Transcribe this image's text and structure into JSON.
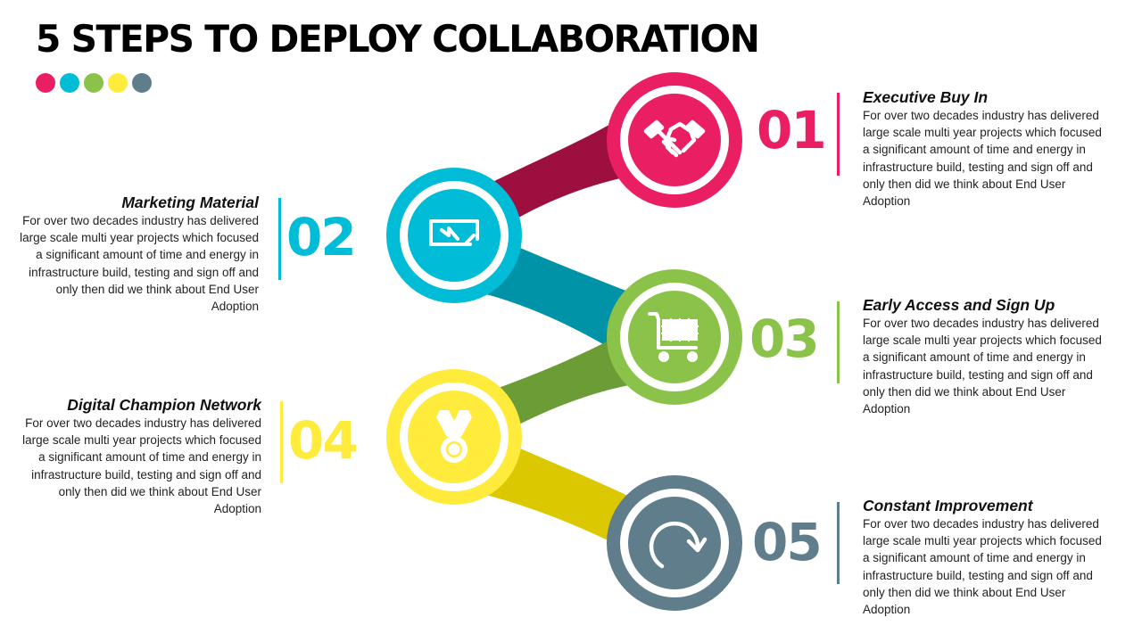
{
  "title": "5 STEPS TO DEPLOY COLLABORATION",
  "palette_dots": [
    "#ea1f63",
    "#00bcd6",
    "#8bc34a",
    "#ffeb3b",
    "#607d8b"
  ],
  "steps": [
    {
      "number": "01",
      "title": "Executive Buy In",
      "description": "For over two decades industry has delivered large scale multi year projects which focused a significant amount of time and energy in infrastructure build, testing and sign off and only then did we think about End User Adoption",
      "icon": "handshake-icon",
      "color": "#ea1f63",
      "side": "right"
    },
    {
      "number": "02",
      "title": "Marketing Material",
      "description": "For over two decades industry has delivered large scale multi year projects which focused a significant amount of time and energy in infrastructure build, testing and sign off and only then did we think about End User Adoption",
      "icon": "whiteboard-icon",
      "color": "#00bcd6",
      "side": "left"
    },
    {
      "number": "03",
      "title": "Early Access and Sign Up",
      "description": "For over two decades industry has delivered large scale multi year projects which focused a significant amount of time and energy in infrastructure build, testing and sign off and only then did we think about End User Adoption",
      "icon": "shopping-cart-icon",
      "color": "#8bc34a",
      "side": "right"
    },
    {
      "number": "04",
      "title": "Digital Champion Network",
      "description": "For over two decades industry has delivered large scale multi year projects which focused a significant amount of time and energy in infrastructure build, testing and sign off and only then did we think about End User Adoption",
      "icon": "medal-icon",
      "color": "#ffeb3b",
      "side": "left"
    },
    {
      "number": "05",
      "title": "Constant Improvement",
      "description": "For over two decades industry has delivered large scale multi year projects which focused a significant amount of time and energy in infrastructure build, testing and sign off and only then did we think about End User Adoption",
      "icon": "redo-arrow-icon",
      "color": "#607d8b",
      "side": "right"
    }
  ],
  "connector_colors": [
    "#9c0f3f",
    "#0093a8",
    "#6b9c35",
    "#dbc800"
  ]
}
